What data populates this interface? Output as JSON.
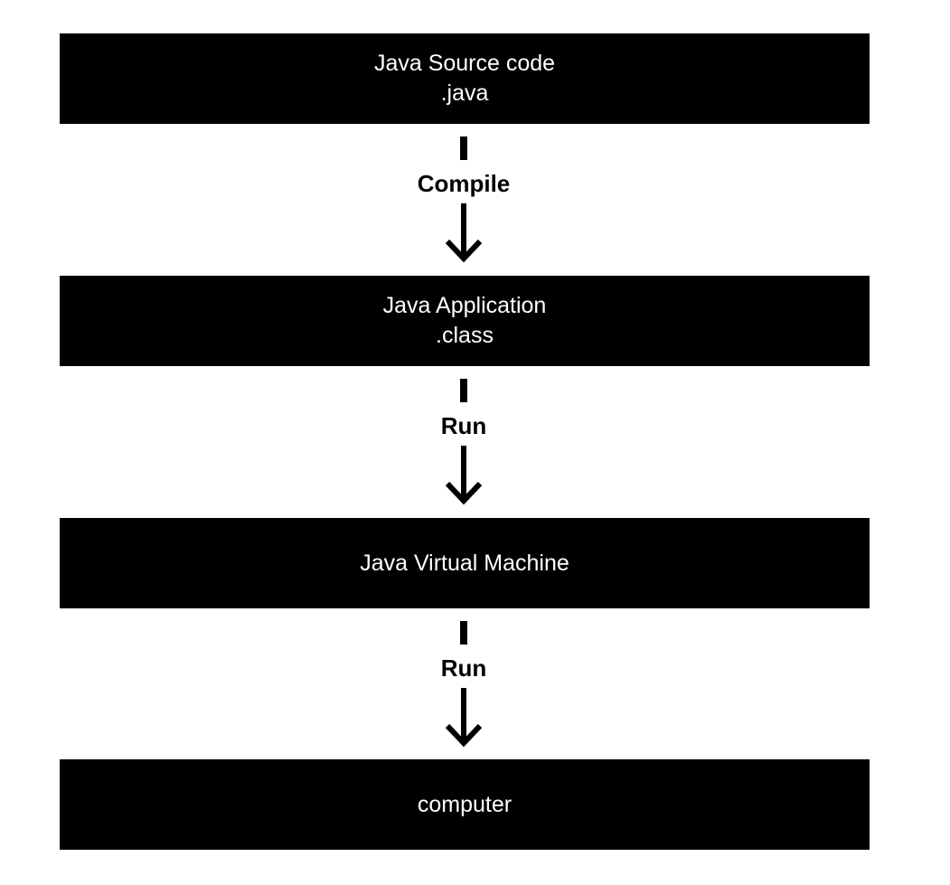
{
  "diagram": {
    "nodes": [
      {
        "line1": "Java Source code",
        "line2": ".java"
      },
      {
        "line1": "Java Application",
        "line2": ".class"
      },
      {
        "line1": "Java Virtual Machine"
      },
      {
        "line1": "computer"
      }
    ],
    "edges": [
      {
        "label": "Compile"
      },
      {
        "label": "Run"
      },
      {
        "label": "Run"
      }
    ]
  },
  "colors": {
    "box_fill": "#000000",
    "box_text": "#ffffff",
    "arrow": "#000000",
    "background": "#ffffff"
  }
}
